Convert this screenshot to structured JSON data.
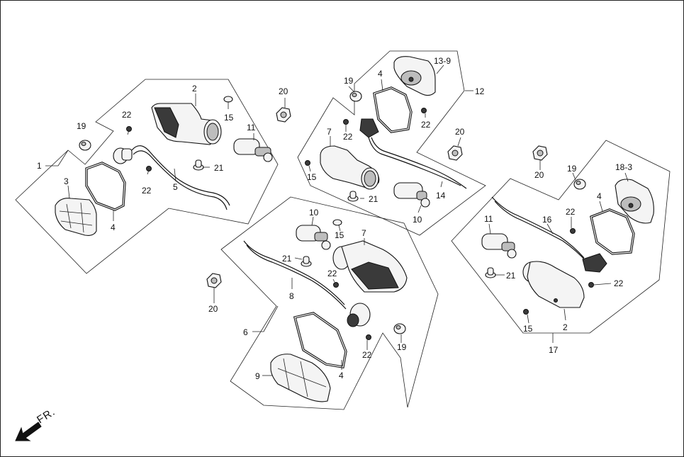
{
  "labels": {
    "c1": "1",
    "c2a": "2",
    "c3": "3",
    "c4a": "4",
    "c5": "5",
    "c11a": "11",
    "c15a": "15",
    "c19a": "19",
    "c20a": "20",
    "c21a": "21",
    "c22a": "22",
    "c22b": "22",
    "c19b": "19",
    "c4b": "4",
    "c13": "13-9",
    "c12": "12",
    "c22c": "22",
    "c22d": "22",
    "c7a": "7",
    "c15b": "15",
    "c20b": "20",
    "c21b": "21",
    "c14": "14",
    "c10a": "10",
    "c10b": "10",
    "c15c": "15",
    "c7b": "7",
    "c21c": "21",
    "c22e": "22",
    "c8": "8",
    "c20c": "20",
    "c6": "6",
    "c9": "9",
    "c4c": "4",
    "c22f": "22",
    "c19c": "19",
    "c20d": "20",
    "c19d": "19",
    "c18": "18-3",
    "c4d": "4",
    "c22g": "22",
    "c11b": "11",
    "c16": "16",
    "c21d": "21",
    "c22h": "22",
    "c15d": "15",
    "c2b": "2",
    "c17": "17"
  },
  "direction_label": "FR."
}
